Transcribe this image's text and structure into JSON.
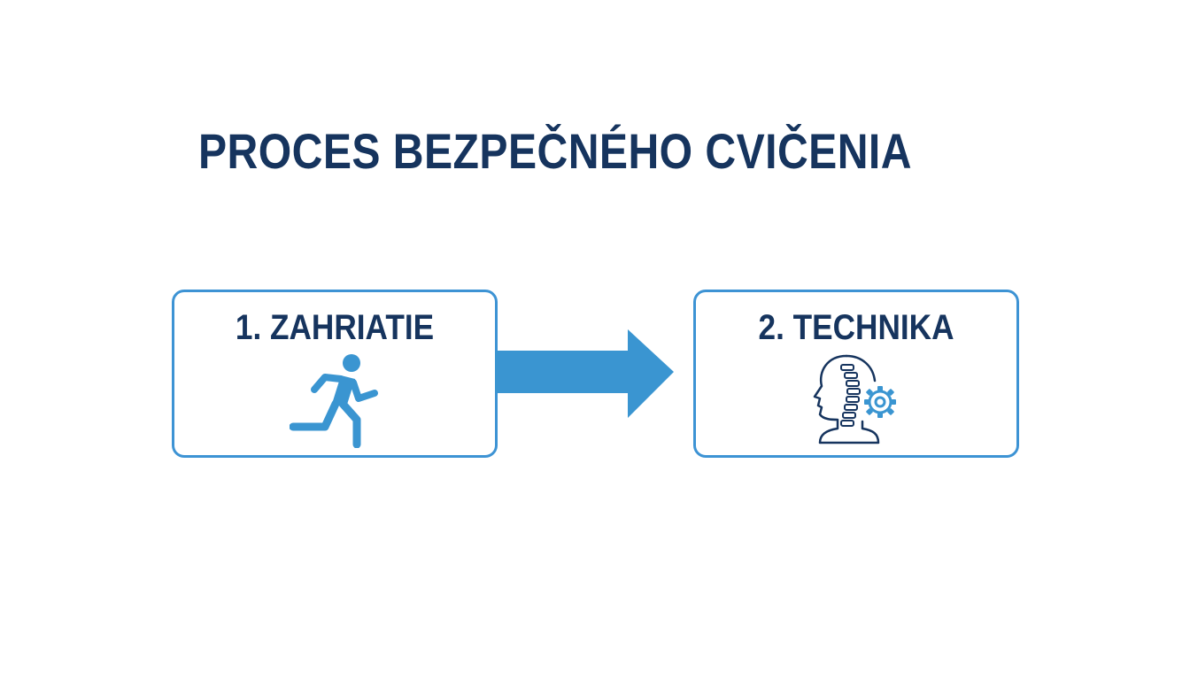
{
  "diagram": {
    "title": "PROCES BEZPEČNÉHO CVIČENIA",
    "steps": [
      {
        "label": "1. ZAHRIATIE",
        "icon": "running-person-icon"
      },
      {
        "label": "2. TECHNIKA",
        "icon": "head-spine-gear-icon"
      }
    ],
    "connector": "arrow-right-icon"
  },
  "colors": {
    "title": "#16345e",
    "box_border": "#3d93d4",
    "arrow": "#3a95d1",
    "runner": "#3a95d1",
    "mind_outline": "#16345e",
    "gear": "#3a95d1"
  }
}
